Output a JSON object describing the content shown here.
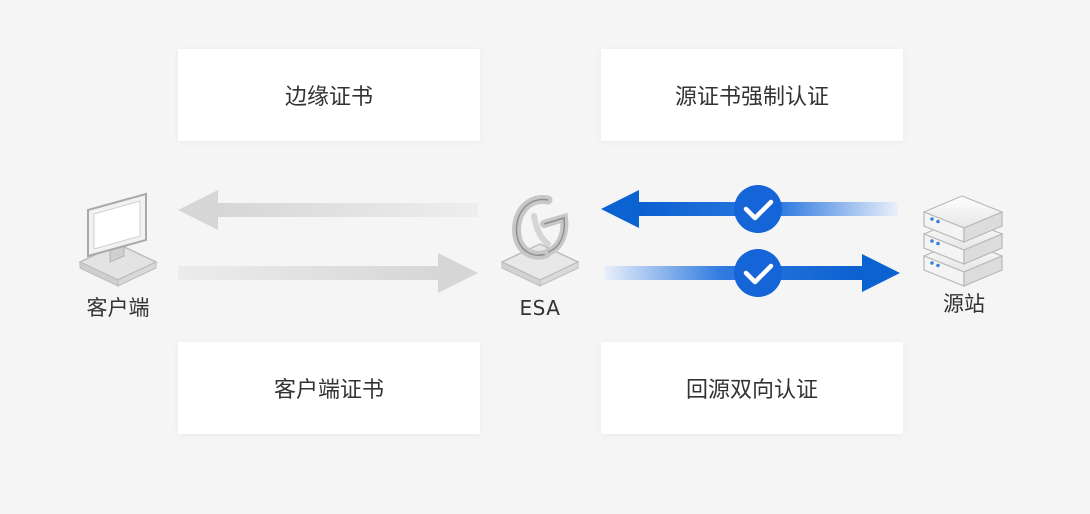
{
  "cards": {
    "edge_cert": "边缘证书",
    "origin_mandatory_auth": "源证书强制认证",
    "client_cert": "客户端证书",
    "origin_mutual_auth": "回源双向认证"
  },
  "nodes": {
    "client": "客户端",
    "esa": "ESA",
    "origin": "源站"
  },
  "colors": {
    "background": "#f5f5f5",
    "card": "#ffffff",
    "gray_arrow": "#d9d9d9",
    "blue_arrow": "#0a63d1",
    "check_badge": "#1565d8"
  },
  "icons": {
    "client": "monitor-icon",
    "esa": "esa-logo-icon",
    "origin": "server-stack-icon",
    "check": "check-circle-icon"
  }
}
